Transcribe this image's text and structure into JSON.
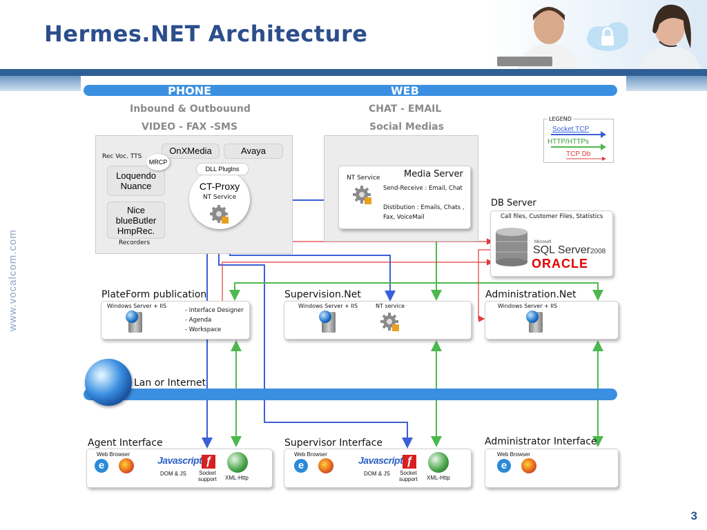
{
  "title": "Hermes.NET Architecture",
  "side_text": "www.vocalcom.com",
  "page_number": "3",
  "header_bars": {
    "phone": "PHONE",
    "web": "WEB"
  },
  "phone": {
    "line1": "Inbound & Outbouund",
    "line2": "VIDEO - FAX -SMS",
    "rec_voc": "Rec Voc. TTS",
    "mrcp": "MRCP",
    "onxmedia": "OnXMedia",
    "avaya": "Avaya",
    "dll": "DLL PlugIns",
    "loquendo1": "Loquendo",
    "loquendo2": "Nuance",
    "nice1": "Nice",
    "nice2": "blueButler",
    "nice3": "HmpRec.",
    "recorders": "Recorders",
    "ctproxy": "CT-Proxy",
    "ntservice": "NT Service"
  },
  "web": {
    "line1": "CHAT - EMAIL",
    "line2": "Social Medias",
    "nt": "NT Service",
    "media_server": "Media Server",
    "send_receive": "Send-Receive : Email, Chat",
    "distrib1": "Distibution : Emails, Chats ,",
    "distrib2": "Fax, VoiceMail"
  },
  "legend": {
    "title": "LEGEND",
    "socket": "Socket TCP",
    "http": "HTTP/HTTPs",
    "tcpdb": "TCP Db",
    "colors": {
      "socket": "#3a5fd6",
      "http": "#4db84d",
      "tcpdb": "#e03b3b"
    }
  },
  "db": {
    "label": "DB Server",
    "desc": "Call files, Customer Files, Statistics",
    "ms": "Microsoft",
    "sql": "SQL Server",
    "year": "2008",
    "oracle": "ORACLE"
  },
  "platform": {
    "label": "PlateForm publication",
    "ws": "Windows Server + IIS",
    "items": [
      "- Interface Designer",
      "- Agenda",
      "- Workspace"
    ]
  },
  "supervision": {
    "label": "Supervision.Net",
    "ws": "Windows Server + IIS",
    "nt": "NT service"
  },
  "admin": {
    "label": "Administration.Net",
    "ws": "Windows Server + IIS"
  },
  "lan": "Lan or Internet",
  "agent": {
    "label": "Agent Interface",
    "wb": "Web Browser",
    "js": "Javascript",
    "dom": "DOM & JS",
    "sock1": "Socket",
    "sock2": "support",
    "xml": "XML-Http"
  },
  "supervisor": {
    "label": "Supervisor Interface",
    "wb": "Web Browser",
    "js": "Javascript",
    "dom": "DOM & JS",
    "sock1": "Socket",
    "sock2": "support",
    "xml": "XML-Http"
  },
  "administrator": {
    "label": "Administrator Interface",
    "wb": "Web Browser"
  }
}
